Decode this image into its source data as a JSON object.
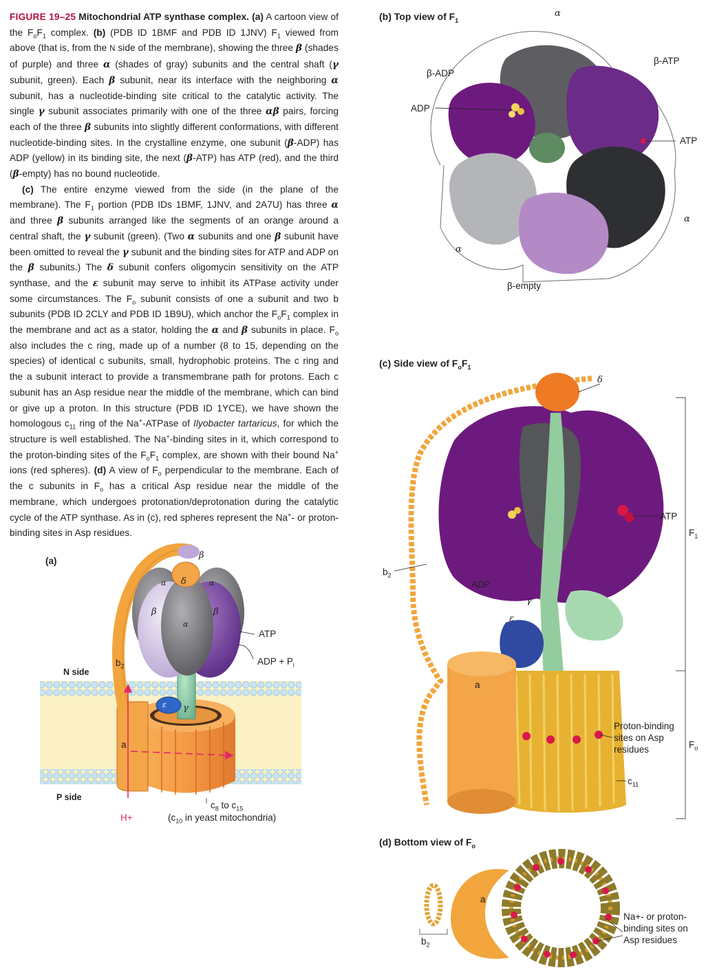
{
  "caption": {
    "figure_label": "FIGURE 19–25",
    "title": "Mitochondrial ATP synthase complex.",
    "paragraph_1": {
      "a_tag": "(a)",
      "a_text": " A cartoon view of the F",
      "a_text_tail": " complex.",
      "b_tag": "(b)",
      "b_text": " (PDB ID 1BMF and PDB ID 1JNV) F",
      "b_text_2": " viewed from above (that is, from the ",
      "n_side": "N",
      "b_text_3": " side of the membrane), showing the three ",
      "b_text_4": " (shades of purple) and three ",
      "b_text_5": " (shades of gray) subunits and the central shaft (",
      "b_text_6": " subunit, green). Each ",
      "b_text_7": " subunit, near its interface with the neighboring ",
      "b_text_8": " subunit, has a nucleotide-binding site critical to the catalytic activity. The single ",
      "b_text_9": " subunit associates primarily with one of the three ",
      "b_text_10": " pairs, forcing each of the three ",
      "b_text_11": " subunits into slightly different conformations, with different nucleotide-binding sites. In the crystalline enzyme, one subunit (",
      "b_text_12": "-ADP) has ADP (yellow) in its binding site, the next (",
      "b_text_13": "-ATP) has ATP (red), and the third (",
      "b_text_14": "-empty) has no bound nucleotide."
    },
    "paragraph_2": {
      "c_tag": "(c)",
      "c_text_1": " The entire enzyme viewed from the side (in the plane of the membrane). The F",
      "c_text_2": " portion (PDB IDs 1BMF, 1JNV, and 2A7U) has three ",
      "c_text_3": " and three ",
      "c_text_4": " subunits arranged like the segments of an orange around a central shaft, the ",
      "c_text_5": " subunit (green). (Two ",
      "c_text_6": " subunits and one ",
      "c_text_7": " subunit have been omitted to reveal the ",
      "c_text_8": " subunit and the binding sites for ATP and ADP on the ",
      "c_text_9": " subunits.) The ",
      "c_text_10": " subunit confers oligomycin sensitivity on the ATP synthase, and the ",
      "c_text_11": " subunit may serve to inhibit its ATPase activity under some circumstances. The F",
      "c_text_12": " subunit consists of one a subunit and two b subunits (PDB ID 2CLY and PDB ID 1B9U), which anchor the F",
      "c_text_13": " complex in the membrane and act as a stator, holding the ",
      "c_text_14": " and ",
      "c_text_15": " subunits in place. F",
      "c_text_16": " also includes the c ring, made up of a number (8 to 15, depending on the species) of identical c subunits, small, hydrophobic proteins. The c ring and the a subunit interact to provide a transmembrane path for protons. Each c subunit has an Asp residue near the middle of the membrane, which can bind or give up a proton. In this structure (PDB ID 1YCE), we have shown the homologous c",
      "c_text_17": " ring of the Na",
      "c_text_18": "-ATPase of ",
      "species": "Ilyobacter tartaricus",
      "c_text_19": ", for which the structure is well established. The Na",
      "c_text_20": "-binding sites in it, which correspond to the proton-binding sites of the F",
      "c_text_21": " complex, are shown with their bound Na",
      "c_text_22": " ions (red spheres). ",
      "d_tag": "(d)",
      "d_text_1": " A view of F",
      "d_text_2": " perpendicular to the membrane. Each of the c subunits in F",
      "d_text_3": " has a critical Asp residue near the middle of the membrane, which undergoes protonation/deprotonation during the catalytic cycle of the ATP synthase. As in (c), red spheres represent the Na",
      "d_text_4": "- or proton-binding sites in Asp residues."
    },
    "greek": {
      "alpha": "α",
      "beta": "β",
      "gamma": "γ",
      "delta": "δ",
      "epsilon": "ε",
      "alphabeta": "αβ"
    },
    "sub": {
      "o": "o",
      "one": "1",
      "eleven": "11",
      "plus": "+"
    }
  },
  "panel_a": {
    "tag": "(a)",
    "n_side": "N side",
    "p_side": "P side",
    "atp": "ATP",
    "adp_pi": "ADP + P",
    "adp_pi_sub": "i",
    "b2": "b",
    "b2_sub": "2",
    "a": "a",
    "h_plus": "H+",
    "alpha_1": "α",
    "alpha_2": "α",
    "alpha_3": "α",
    "beta_1": "β",
    "beta_2": "β",
    "beta_3": "β",
    "delta": "δ",
    "epsilon": "ε",
    "gamma": "γ",
    "c_ring_1": "c",
    "c_ring_1_sub_a": "8",
    "c_ring_1_mid": " to c",
    "c_ring_1_sub_b": "15",
    "c_ring_2_open": "(c",
    "c_ring_2_sub": "10",
    "c_ring_2_tail": " in yeast mitochondria)"
  },
  "panel_b": {
    "title": "(b) Top view of F",
    "title_sub": "1",
    "alpha_top": "α",
    "alpha_right": "α",
    "alpha_bottom": "α",
    "beta_adp": "β-ADP",
    "beta_atp": "β-ATP",
    "beta_empty": "β-empty",
    "adp": "ADP",
    "atp": "ATP"
  },
  "panel_c": {
    "title": "(c) Side view of F",
    "title_sub_o": "o",
    "title_f": "F",
    "title_sub_1": "1",
    "delta": "δ",
    "atp": "ATP",
    "f1": "F",
    "f1_sub": "1",
    "b2": "b",
    "b2_sub": "2",
    "adp": "ADP",
    "gamma": "γ",
    "epsilon": "ε",
    "a": "a",
    "proton_sites": "Proton-binding sites on Asp residues",
    "fo": "F",
    "fo_sub": "o",
    "c11": "c",
    "c11_sub": "11"
  },
  "panel_d": {
    "title": "(d) Bottom view of F",
    "title_sub": "o",
    "a": "a",
    "b2": "b",
    "b2_sub": "2",
    "sites": "Na+- or proton-binding sites on Asp residues"
  },
  "colors": {
    "figure_label": "#b5123f",
    "purple": "#6d1a7e",
    "gray": "#5a5a5e",
    "green": "#8fc99a",
    "orange": "#f2a53c",
    "yellow": "#f1d35a",
    "red": "#d9184a",
    "blue": "#2f4aa0",
    "membrane": "#bfe0f5"
  }
}
